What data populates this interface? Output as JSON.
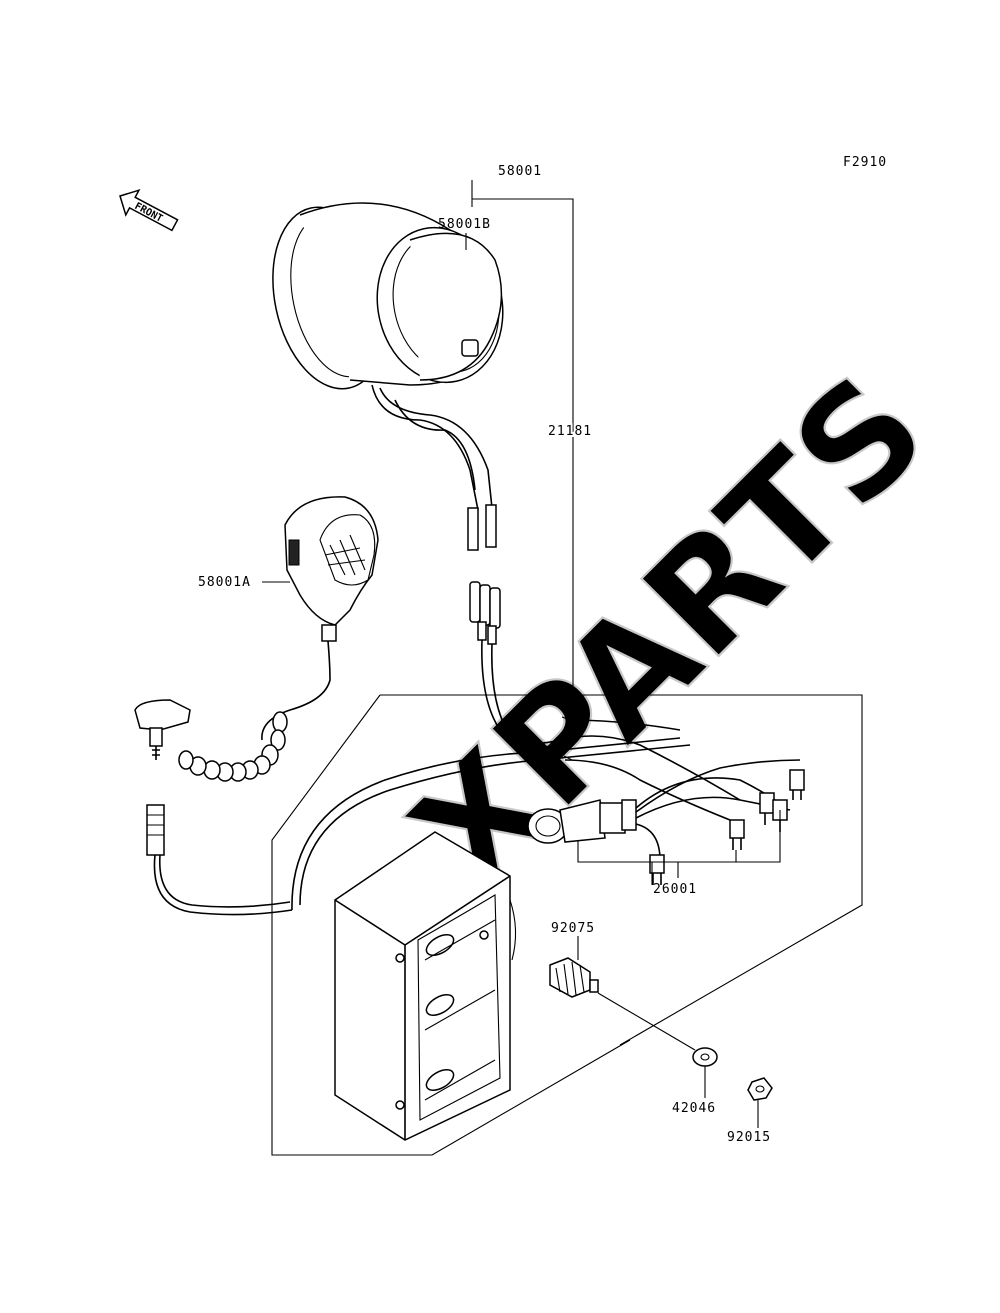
{
  "figure_code": "F2910",
  "front_arrow_label": "FRONT",
  "watermark": "XPARTS",
  "parts": [
    {
      "id": "58001",
      "label": "58001"
    },
    {
      "id": "58001B",
      "label": "58001B"
    },
    {
      "id": "58001A",
      "label": "58001A"
    },
    {
      "id": "21181",
      "label": "21181"
    },
    {
      "id": "26001",
      "label": "26001"
    },
    {
      "id": "92075",
      "label": "92075"
    },
    {
      "id": "42046",
      "label": "42046"
    },
    {
      "id": "92015",
      "label": "92015"
    }
  ],
  "colors": {
    "line": "#000000",
    "background": "#ffffff",
    "watermark": "#cccccc"
  }
}
